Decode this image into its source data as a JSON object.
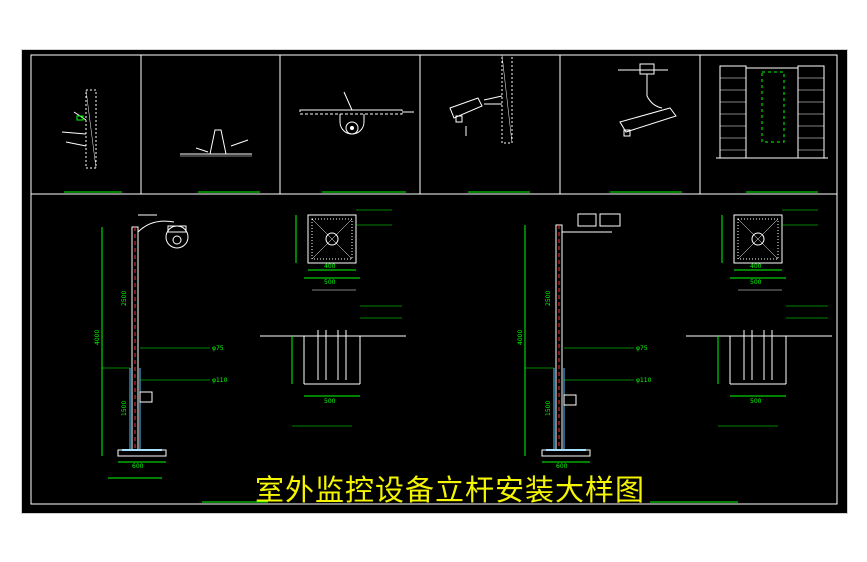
{
  "title": "室外监控设备立杆安装大样图",
  "colors": {
    "background": "#000000",
    "frame": "#ffffff",
    "linework": "#ffffff",
    "dimension": "#00ff00",
    "pole": "#4fc3ff",
    "rebar": "#ff3030",
    "callout": "#ffff00",
    "title": "#f5f500"
  },
  "dimensions": {
    "left_pole": {
      "total_height": "4000",
      "upper_section": "2500",
      "lower_section": "1500",
      "base_width": "600",
      "pipe_upper": "φ75",
      "pipe_lower": "φ110"
    },
    "right_pole": {
      "total_height": "4000",
      "upper_section": "2500",
      "lower_section": "1500",
      "base_width": "600",
      "pipe_upper": "φ75",
      "pipe_lower": "φ110"
    },
    "foundation_plan": {
      "outer": "500",
      "inner": "400"
    },
    "foundation_section": {
      "depth": "500"
    }
  }
}
